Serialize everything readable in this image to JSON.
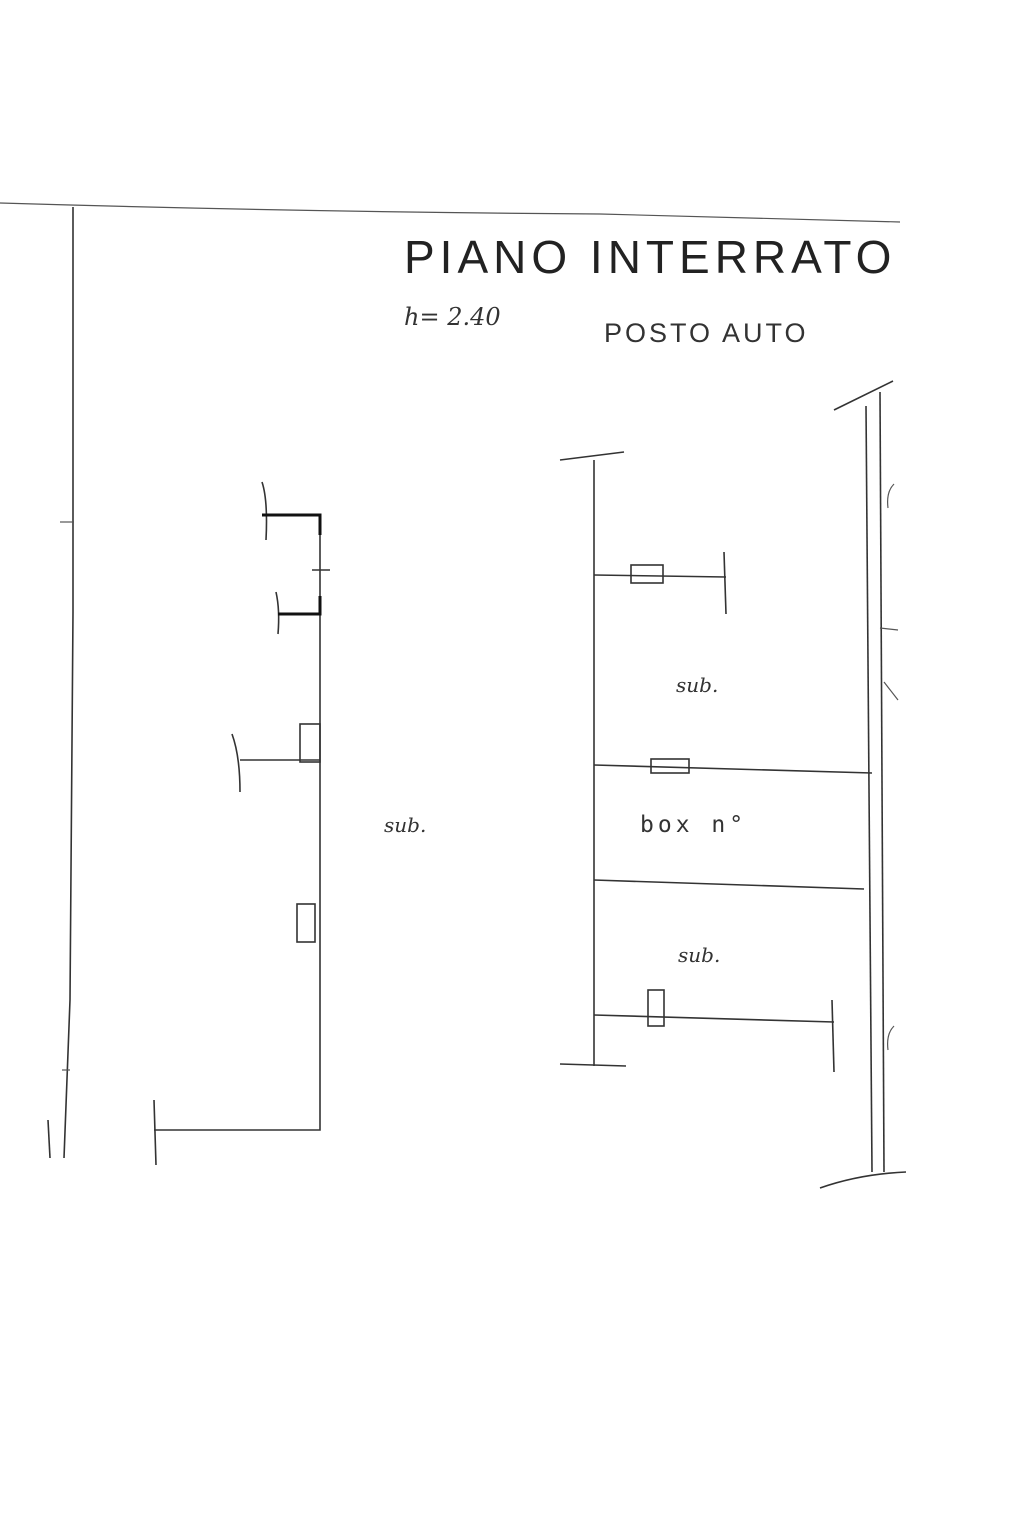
{
  "plan": {
    "title": "PIANO INTERRATO",
    "height_note": "h= 2.40",
    "subtitle": "POSTO AUTO",
    "box_label": "box n°",
    "sub_mark_upper": "sub.",
    "sub_mark_left": "sub.",
    "sub_mark_lower": "sub."
  }
}
